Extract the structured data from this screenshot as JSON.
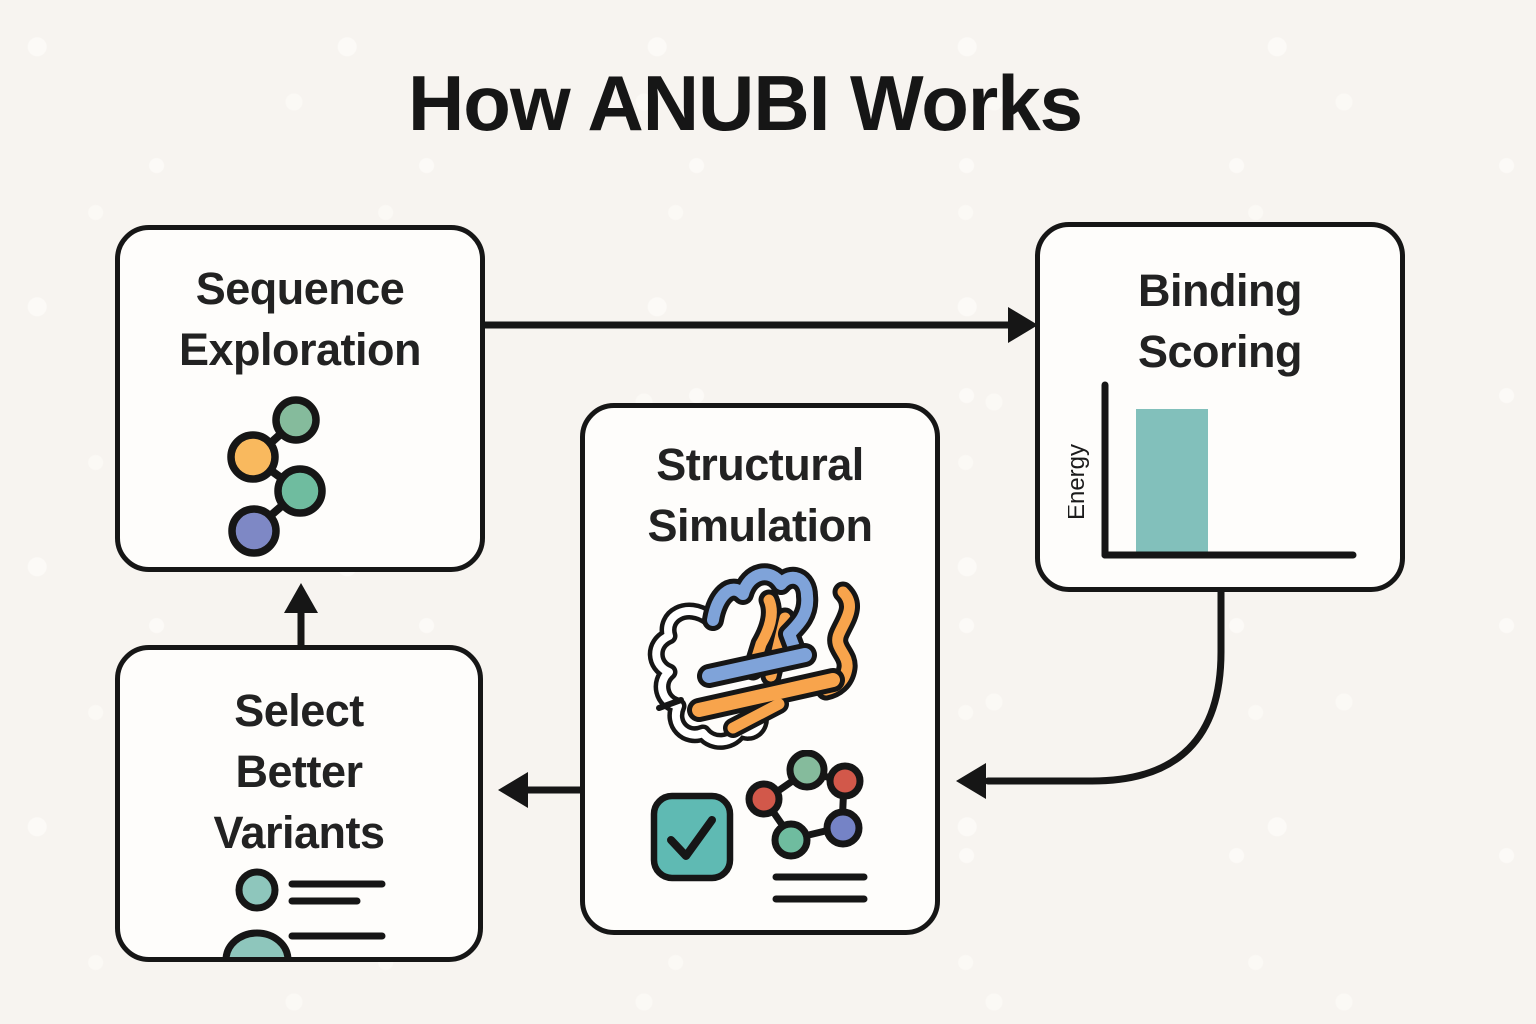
{
  "title": "How ANUBI Works",
  "boxes": {
    "sequence_exploration": {
      "label": "Sequence Exploration",
      "icon": "molecule-chain-icon"
    },
    "binding_scoring": {
      "label": "Binding Scoring",
      "icon": "energy-bar-chart",
      "chart": {
        "type": "bar",
        "ylabel": "Energy",
        "xlabel": "",
        "categories": [
          ""
        ],
        "values": [
          0.86
        ],
        "grid": false,
        "bar_color": "#82c0bb"
      }
    },
    "structural_simulation": {
      "label": "Structural Simulation",
      "icons": [
        "protein-ribbon-icon",
        "checkmark-icon",
        "molecule-ring-icon",
        "list-lines-icon"
      ]
    },
    "select_better_variants": {
      "label": "Select Better Variants",
      "icon": "person-list-icon"
    }
  },
  "colors": {
    "ink": "#161616",
    "teal": "#82c0bb",
    "check_teal": "#5fbab3",
    "person_teal": "#8ec6bc",
    "node_green_light": "#85bb9c",
    "node_green": "#6fbc9f",
    "node_orange": "#f9b95e",
    "node_purple": "#7e88c5",
    "node_red": "#d2584a",
    "node_blue": "#7583c6",
    "ribbon_blue": "#7fa3d9",
    "ribbon_orange": "#f8a44c",
    "loop_white": "#ffffff"
  }
}
